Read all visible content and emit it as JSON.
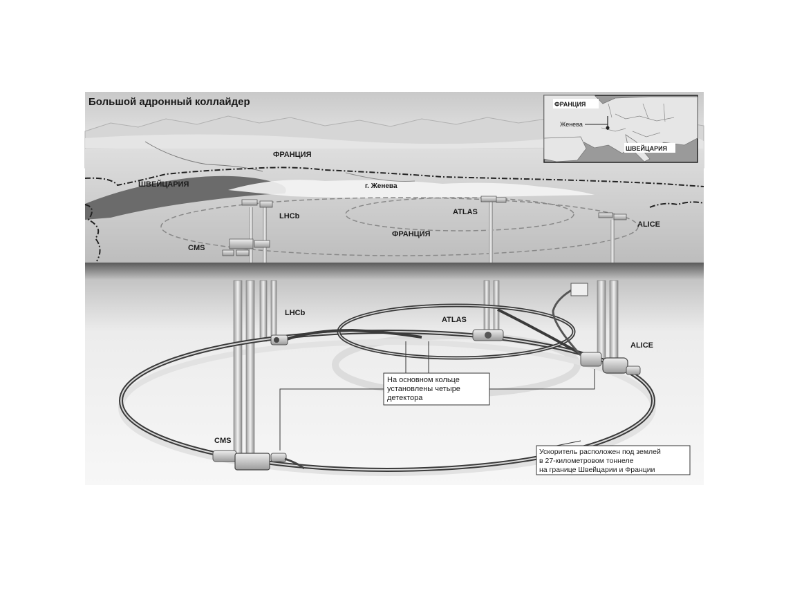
{
  "title": "Большой адронный коллайдер",
  "inset_map": {
    "france_label": "ФРАНЦИЯ",
    "geneva_label": "Женева",
    "switzerland_label": "ШВЕЙЦАРИЯ"
  },
  "surface": {
    "france_top": "ФРАНЦИЯ",
    "switzerland": "ШВЕЙЦАРИЯ",
    "geneva": "г. Женева",
    "france_mid": "ФРАНЦИЯ"
  },
  "detectors_surface": {
    "lhcb": "LHCb",
    "atlas": "ATLAS",
    "alice": "ALICE",
    "cms": "CMS"
  },
  "detectors_underground": {
    "lhcb": "LHCb",
    "atlas": "ATLAS",
    "alice": "ALICE",
    "cms": "CMS"
  },
  "callout_detectors": {
    "line1": "На основном кольце",
    "line2": "установлены четыре",
    "line3": "детектора"
  },
  "callout_tunnel": {
    "line1": "Ускоритель расположен под землей",
    "line2": "в 27-километровом тоннеле",
    "line3": "на границе Швейцарии и Франции"
  }
}
